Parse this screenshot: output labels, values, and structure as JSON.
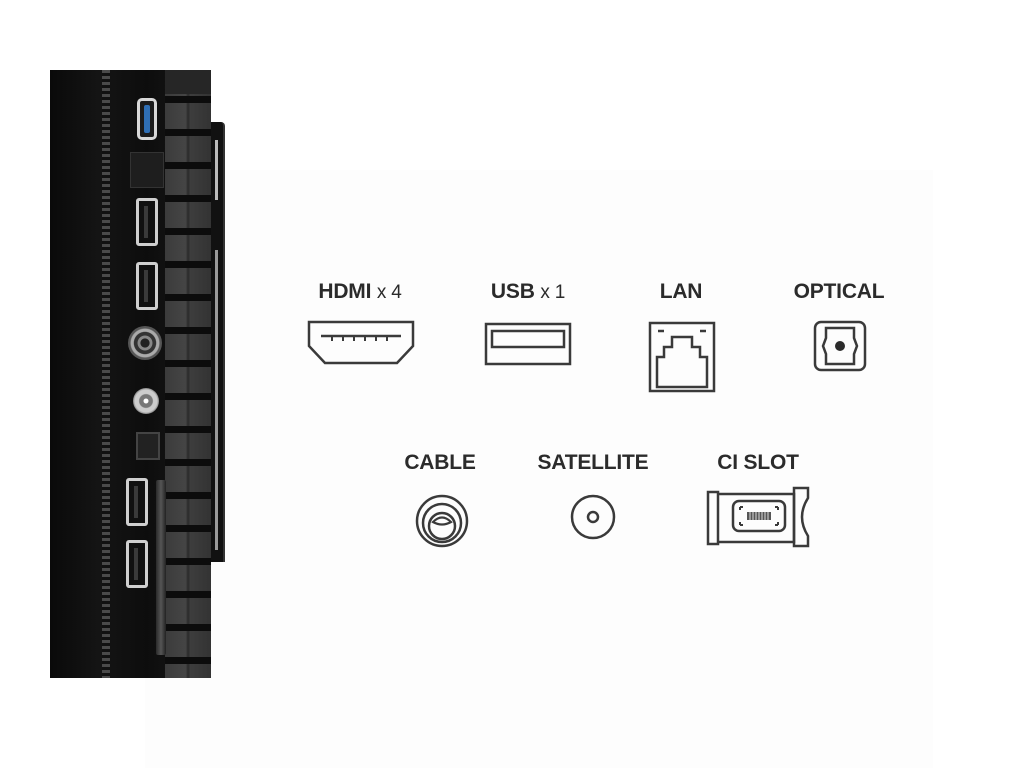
{
  "connectors_row1": [
    {
      "id": "hdmi",
      "label": "HDMI",
      "multiplier": "x 4",
      "icon": "hdmi-port-icon"
    },
    {
      "id": "usb",
      "label": "USB",
      "multiplier": "x 1",
      "icon": "usb-port-icon"
    },
    {
      "id": "lan",
      "label": "LAN",
      "multiplier": "",
      "icon": "ethernet-port-icon"
    },
    {
      "id": "optical",
      "label": "OPTICAL",
      "multiplier": "",
      "icon": "optical-port-icon"
    }
  ],
  "connectors_row2": [
    {
      "id": "cable",
      "label": "CABLE",
      "icon": "coax-cable-port-icon"
    },
    {
      "id": "satellite",
      "label": "SATELLITE",
      "icon": "satellite-port-icon"
    },
    {
      "id": "ci_slot",
      "label": "CI SLOT",
      "icon": "ci-module-icon"
    }
  ],
  "tv_side_ports": [
    "usb",
    "lan",
    "hdmi",
    "hdmi",
    "cable",
    "satellite",
    "optical",
    "hdmi",
    "hdmi",
    "ci_slot"
  ],
  "colors": {
    "label_text": "#2b2b2b",
    "icon_stroke": "#3a3a3a",
    "usb_accent": "#2f6fb5",
    "tv_body": "#111111"
  }
}
